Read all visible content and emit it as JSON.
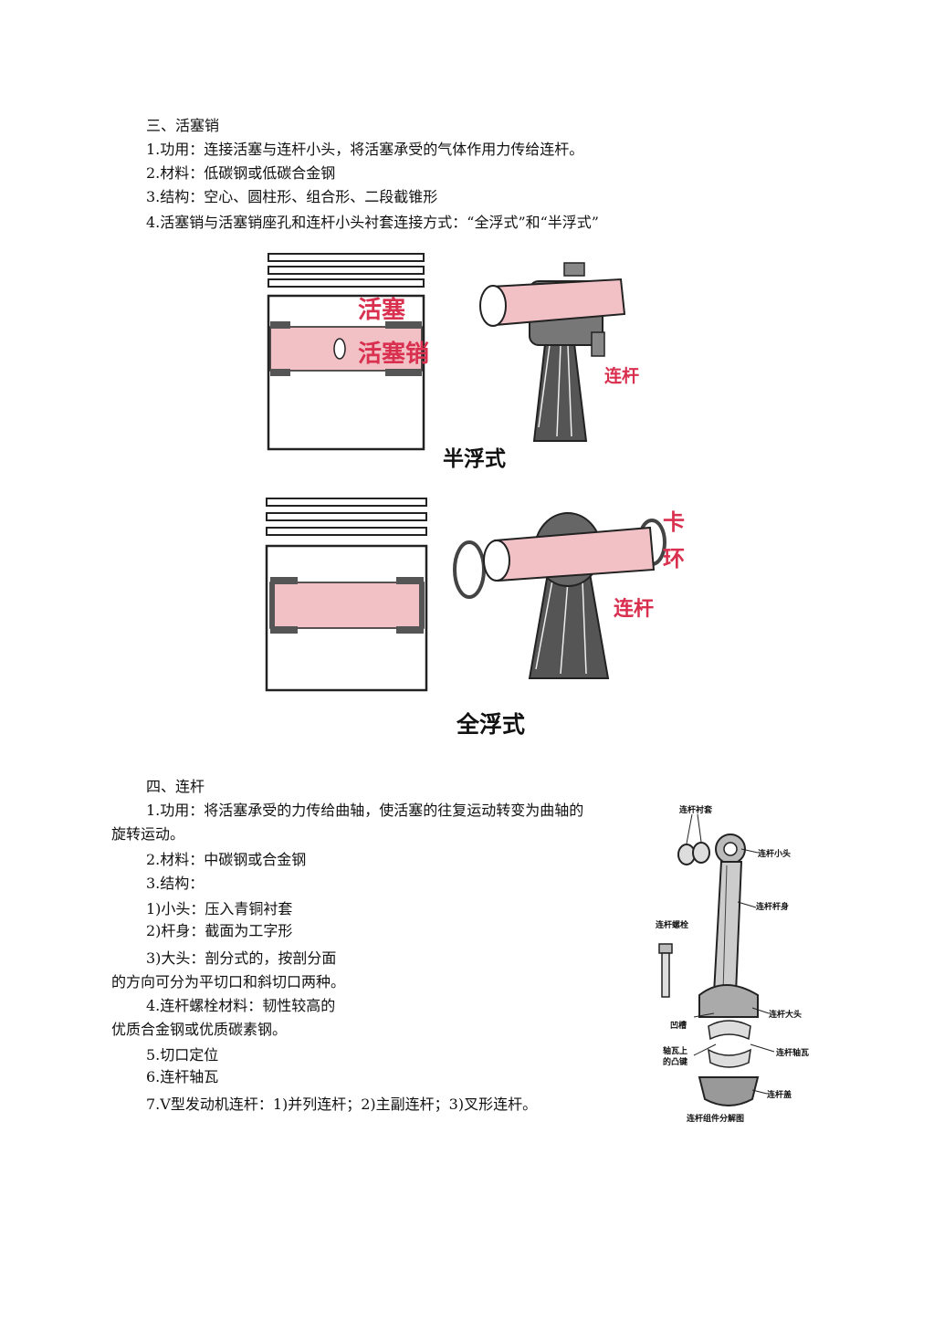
{
  "section3": {
    "heading": "三、活塞销",
    "items": [
      "1.功用：连接活塞与连杆小头，将活塞承受的气体作用力传给连杆。",
      "2.材料：低碳钢或低碳合金钢",
      "3.结构：空心、圆柱形、组合形、二段截锥形",
      "4.活塞销与活塞销座孔和连杆小头衬套连接方式：“全浮式”和“半浮式”"
    ]
  },
  "figure_half": {
    "label_piston": "活塞",
    "label_pin": "活塞销",
    "label_rod": "连杆",
    "caption": "半浮式"
  },
  "figure_full": {
    "label_clip_1": "卡",
    "label_clip_2": "环",
    "label_rod": "连杆",
    "caption": "全浮式"
  },
  "section4": {
    "heading": "四、连杆",
    "item1_line1": "1.功用：将活塞承受的力传给曲轴，使活塞的往复运动转变为曲轴的",
    "item1_line2": "旋转运动。",
    "item2": "2.材料：中碳钢或合金钢",
    "item3": "3.结构：",
    "item3_1": "1)小头：压入青铜衬套",
    "item3_2": "2)杆身：截面为工字形",
    "item3_3_line1": "3)大头：剖分式的，按剖分面",
    "item3_3_line2": "的方向可分为平切口和斜切口两种。",
    "item4_line1": "4.连杆螺栓材料：韧性较高的",
    "item4_line2": "优质合金钢或优质碳素钢。",
    "item5": "5.切口定位",
    "item6": "6.连杆轴瓦",
    "item7": "7.V型发动机连杆：1)并列连杆；2)主副连杆；3)叉形连杆。"
  },
  "rod_diagram": {
    "labels": {
      "bushing": "连杆衬套",
      "small_end": "连杆小头",
      "body": "连杆杆身",
      "bolt": "连杆螺栓",
      "big_end": "连杆大头",
      "groove": "凹槽",
      "tab_1": "轴瓦上",
      "tab_2": "的凸键",
      "bearing": "连杆轴瓦",
      "cap": "连杆盖"
    },
    "caption": "连杆组件分解图"
  }
}
